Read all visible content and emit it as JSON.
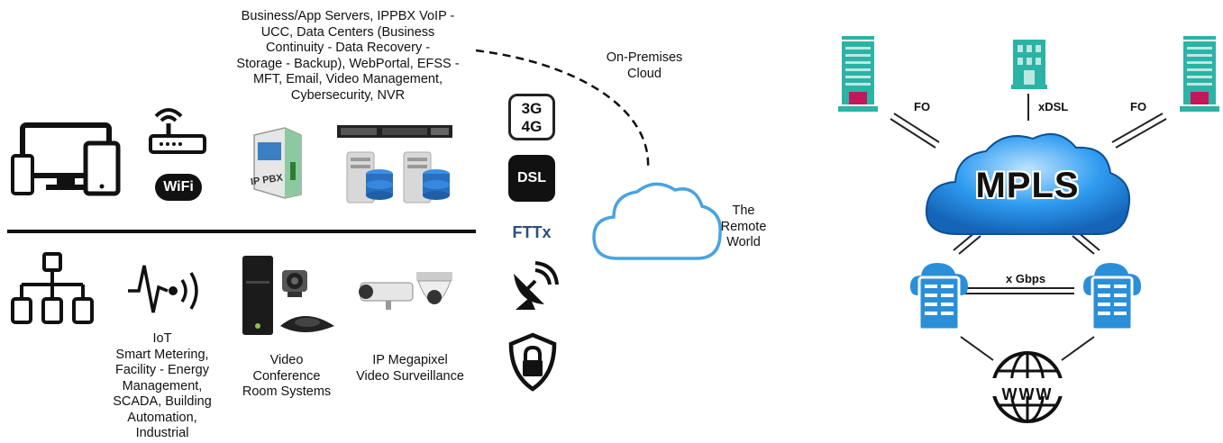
{
  "services_text": "Business/App Servers, IPPBX VoIP -\nUCC, Data Centers (Business\nContinuity - Data Recovery -\nStorage - Backup), WebPortal, EFSS -\nMFT, Email, Video Management,\nCybersecurity, NVR",
  "on_premises_cloud": "On-Premises\nCloud",
  "remote_world": "The\nRemote\nWorld",
  "ip_pbx_label": "IP PBX",
  "wifi_label": "WiFi",
  "access": {
    "badge_3g4g": "3G 4G",
    "dsl": "DSL",
    "fttx": "FTTx"
  },
  "iot_text": "IoT\nSmart Metering,\nFacility - Energy\nManagement,\nSCADA, Building\nAutomation,\nIndustrial",
  "video_conf_text": "Video\nConference\nRoom Systems",
  "surveillance_text": "IP Megapixel\nVideo Surveillance",
  "mpls": {
    "title": "MPLS",
    "fo_left": "FO",
    "xdsl": "xDSL",
    "fo_right": "FO",
    "gbps": "x Gbps",
    "www": "WWW"
  },
  "colors": {
    "building": "#2bb3a5",
    "building_door": "#c2185b",
    "cloud_blue": "#1d90e0",
    "fttx_blue": "#2c4f7c",
    "cloud_outline": "#4aa3df"
  }
}
